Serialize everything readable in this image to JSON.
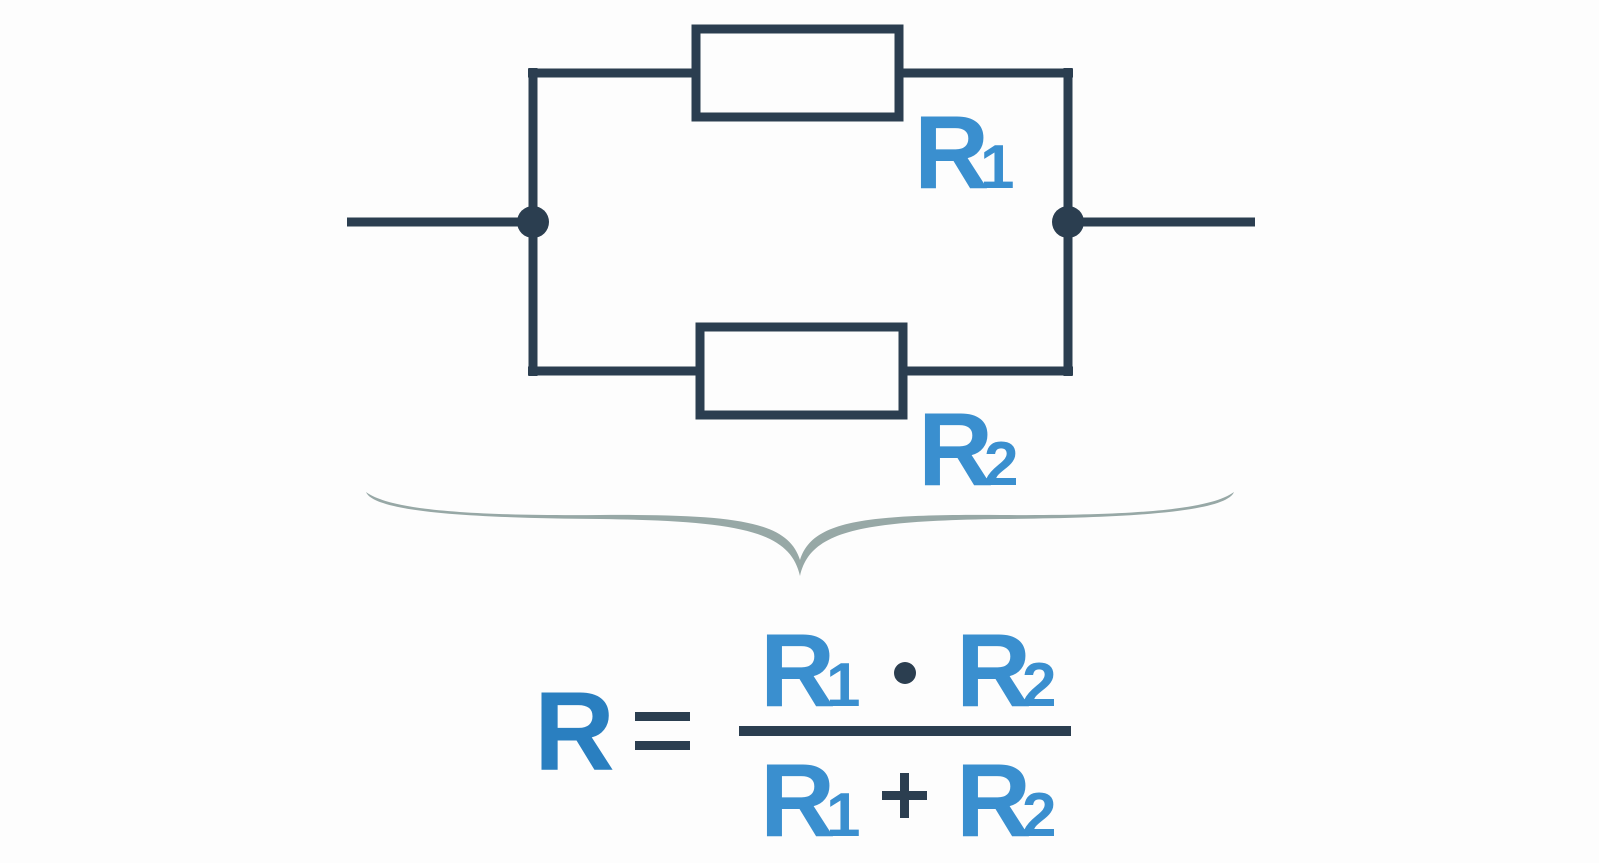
{
  "circuit": {
    "resistor_top": {
      "symbol": "R",
      "index": "1"
    },
    "resistor_bottom": {
      "symbol": "R",
      "index": "2"
    }
  },
  "formula": {
    "lhs": "R",
    "equals": "=",
    "numerator": {
      "term1": {
        "symbol": "R",
        "index": "1"
      },
      "operator": "·",
      "term2": {
        "symbol": "R",
        "index": "2"
      }
    },
    "denominator": {
      "term1": {
        "symbol": "R",
        "index": "1"
      },
      "operator": "+",
      "term2": {
        "symbol": "R",
        "index": "2"
      }
    }
  },
  "colors": {
    "wire": "#2b3e50",
    "label": "#3a8fcf",
    "lhs": "#2a7fc0",
    "brace": "#97a8a6",
    "background": "#fdfdfd"
  }
}
